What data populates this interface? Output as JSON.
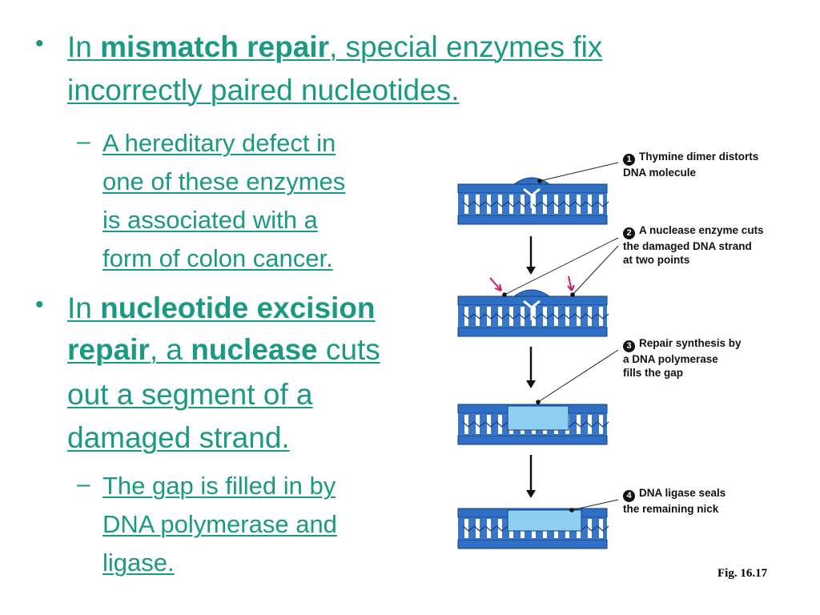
{
  "bullets": {
    "b1": {
      "prefix": "In ",
      "bold": "mismatch repair",
      "rest": ", special enzymes fix",
      "line2": "incorrectly paired nucleotides."
    },
    "s1": {
      "lines": [
        "A hereditary defect in",
        "one of these enzymes",
        "is associated with a",
        "form of colon cancer."
      ]
    },
    "b2": {
      "prefix": "In ",
      "bold1": "nucleotide excision",
      "bold2": "repair",
      "mid": ", a ",
      "bold3": "nuclease",
      "rest": " cuts",
      "line3": "out a segment of a",
      "line4": "damaged strand."
    },
    "s2": {
      "lines": [
        "The gap is filled in by",
        "DNA polymerase and",
        "ligase."
      ]
    }
  },
  "markers": {
    "bullet": "•",
    "dash": "–"
  },
  "diagram": {
    "steps": [
      {
        "num": "1",
        "lines": [
          "Thymine dimer distorts",
          "DNA molecule"
        ]
      },
      {
        "num": "2",
        "lines": [
          "A nuclease enzyme cuts",
          "the damaged DNA strand",
          "at two points"
        ]
      },
      {
        "num": "3",
        "lines": [
          "Repair synthesis by",
          "a DNA polymerase",
          "fills the gap"
        ]
      },
      {
        "num": "4",
        "lines": [
          "DNA ligase seals",
          "the remaining nick"
        ]
      }
    ],
    "figure_label": "Fig. 16.17",
    "colors": {
      "strand": "#2f6fc4",
      "strand_dark": "#123f86",
      "repair": "#8fd0f2",
      "arrow": "#d6166a",
      "text": "#1a9a85"
    }
  }
}
